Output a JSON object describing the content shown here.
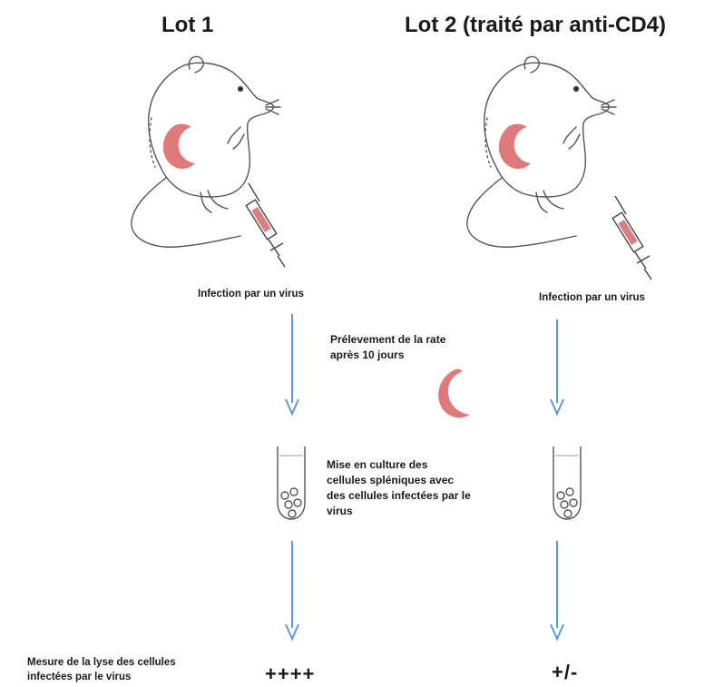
{
  "lots": [
    {
      "title": "Lot 1",
      "infection_label": "Infection par un virus",
      "result": "++++"
    },
    {
      "title": "Lot 2 (traité par anti-CD4)",
      "infection_label": "Infection par un virus",
      "result": "+/-"
    }
  ],
  "steps": {
    "spleen_removal": [
      "Prélevement de la rate",
      "après 10 jours"
    ],
    "culture": [
      "Mise en culture des",
      "cellules spléniques avec",
      "des cellules infectées par le",
      "virus"
    ]
  },
  "measure_label": [
    "Mesure de la lyse des cellules",
    "infectées par le virus"
  ],
  "colors": {
    "spleen": "#e07a7a",
    "arrow": "#5b9bd5",
    "outline": "#555555",
    "syringe_fluid": "#d98080"
  },
  "icons": [
    "mouse-icon",
    "spleen-icon",
    "syringe-icon",
    "arrow-down-icon",
    "culture-tube-icon"
  ]
}
